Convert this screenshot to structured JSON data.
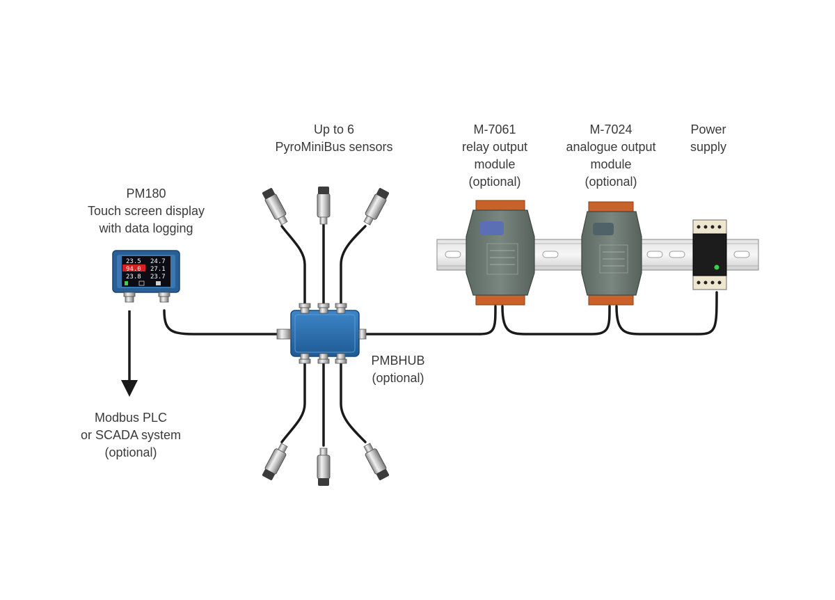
{
  "labels": {
    "sensors": {
      "line1": "Up to 6",
      "line2": "PyroMiniBus sensors"
    },
    "pm180": {
      "line1": "PM180",
      "line2": "Touch screen display",
      "line3": "with data logging"
    },
    "m7061": {
      "line1": "M-7061",
      "line2": "relay output",
      "line3": "module",
      "line4": "(optional)"
    },
    "m7024": {
      "line1": "M-7024",
      "line2": "analogue output",
      "line3": "module",
      "line4": "(optional)"
    },
    "power": {
      "line1": "Power",
      "line2": "supply"
    },
    "hub": {
      "line1": "PMBHUB",
      "line2": "(optional)"
    },
    "modbus": {
      "line1": "Modbus PLC",
      "line2": "or SCADA system",
      "line3": "(optional)"
    }
  },
  "display": {
    "readings": [
      "23.5",
      "24.7",
      "94.0",
      "27.1",
      "23.8",
      "23.7"
    ]
  },
  "colors": {
    "hub_blue": "#2c6fae",
    "display_blue": "#2a5f95",
    "module_gray": "#6a7670",
    "terminal_orange": "#c8622a",
    "cable": "#1a1a1a",
    "alarm_red": "#d92020",
    "power_led": "#39d04a"
  }
}
